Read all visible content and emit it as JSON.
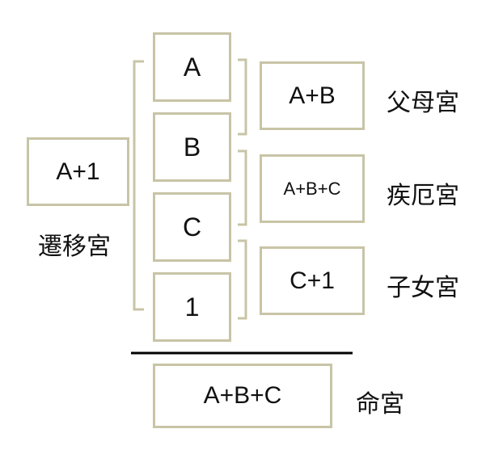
{
  "diagram": {
    "left_box": "A+1",
    "left_label": "遷移宮",
    "stack": [
      "A",
      "B",
      "C",
      "1"
    ],
    "right_boxes": [
      {
        "value": "A+B",
        "label": "父母宮"
      },
      {
        "value": "A+B+C",
        "label": "疾厄宮"
      },
      {
        "value": "C+1",
        "label": "子女宮"
      }
    ],
    "bottom_box": "A+B+C",
    "bottom_label": "命宮"
  },
  "colors": {
    "box_border": "#c8c4a6",
    "divider": "#000000",
    "text": "#111111"
  }
}
